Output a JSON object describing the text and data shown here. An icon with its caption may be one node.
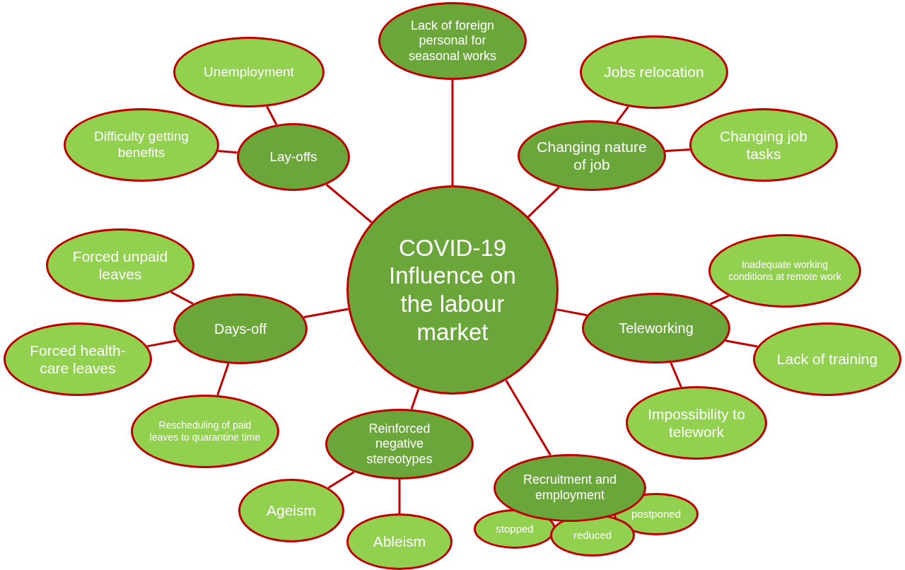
{
  "diagram": {
    "nodes": [
      {
        "text": [
          "COVID-19 Influence on the labour market"
        ]
      },
      {
        "text": [
          "Lay-offs"
        ]
      },
      {
        "text": [
          "Unemployment"
        ]
      },
      {
        "text": [
          "Difficulty getting benefits"
        ]
      },
      {
        "text": [
          "Lack of foreign personal for seasonal works"
        ]
      },
      {
        "text": [
          "Changing nature of job"
        ]
      },
      {
        "text": [
          "Jobs relocation"
        ]
      },
      {
        "text": [
          "Changing job tasks"
        ]
      },
      {
        "text": [
          "Days-off"
        ]
      },
      {
        "text": [
          "Forced unpaid leaves"
        ]
      },
      {
        "text": [
          "Forced health-care leaves"
        ]
      },
      {
        "text": [
          "Rescheduling of paid leaves to quarantine time"
        ]
      },
      {
        "text": [
          "Teleworking"
        ]
      },
      {
        "text": [
          "Inadequate working conditions at remote work"
        ]
      },
      {
        "text": [
          "Lack of training"
        ]
      },
      {
        "text": [
          "Impossibility to telework"
        ]
      },
      {
        "text": [
          "Reinforced negative stereotypes"
        ]
      },
      {
        "text": [
          "Ageism"
        ]
      },
      {
        "text": [
          "Ableism"
        ]
      },
      {
        "text": [
          "Recruitment and employment"
        ]
      },
      {
        "text": [
          "stopped"
        ]
      },
      {
        "text": [
          "reduced"
        ]
      },
      {
        "text": [
          "postponed"
        ]
      }
    ],
    "edges": [
      {
        "from": 0,
        "to": 1,
        "arrow": "none"
      },
      {
        "from": 1,
        "to": 2,
        "arrow": "none"
      },
      {
        "from": 1,
        "to": 3,
        "arrow": "none"
      },
      {
        "from": 0,
        "to": 4,
        "arrow": "none"
      },
      {
        "from": 0,
        "to": 5,
        "arrow": "none"
      },
      {
        "from": 5,
        "to": 6,
        "arrow": "none"
      },
      {
        "from": 5,
        "to": 7,
        "arrow": "none"
      },
      {
        "from": 0,
        "to": 8,
        "arrow": "none"
      },
      {
        "from": 8,
        "to": 9,
        "arrow": "none"
      },
      {
        "from": 8,
        "to": 10,
        "arrow": "none"
      },
      {
        "from": 8,
        "to": 11,
        "arrow": "none"
      },
      {
        "from": 0,
        "to": 12,
        "arrow": "none"
      },
      {
        "from": 12,
        "to": 13,
        "arrow": "none"
      },
      {
        "from": 12,
        "to": 14,
        "arrow": "none"
      },
      {
        "from": 12,
        "to": 15,
        "arrow": "none"
      },
      {
        "from": 0,
        "to": 16,
        "arrow": "none"
      },
      {
        "from": 16,
        "to": 17,
        "arrow": "none"
      },
      {
        "from": 16,
        "to": 18,
        "arrow": "none"
      },
      {
        "from": 0,
        "to": 19,
        "arrow": "none"
      }
    ]
  }
}
